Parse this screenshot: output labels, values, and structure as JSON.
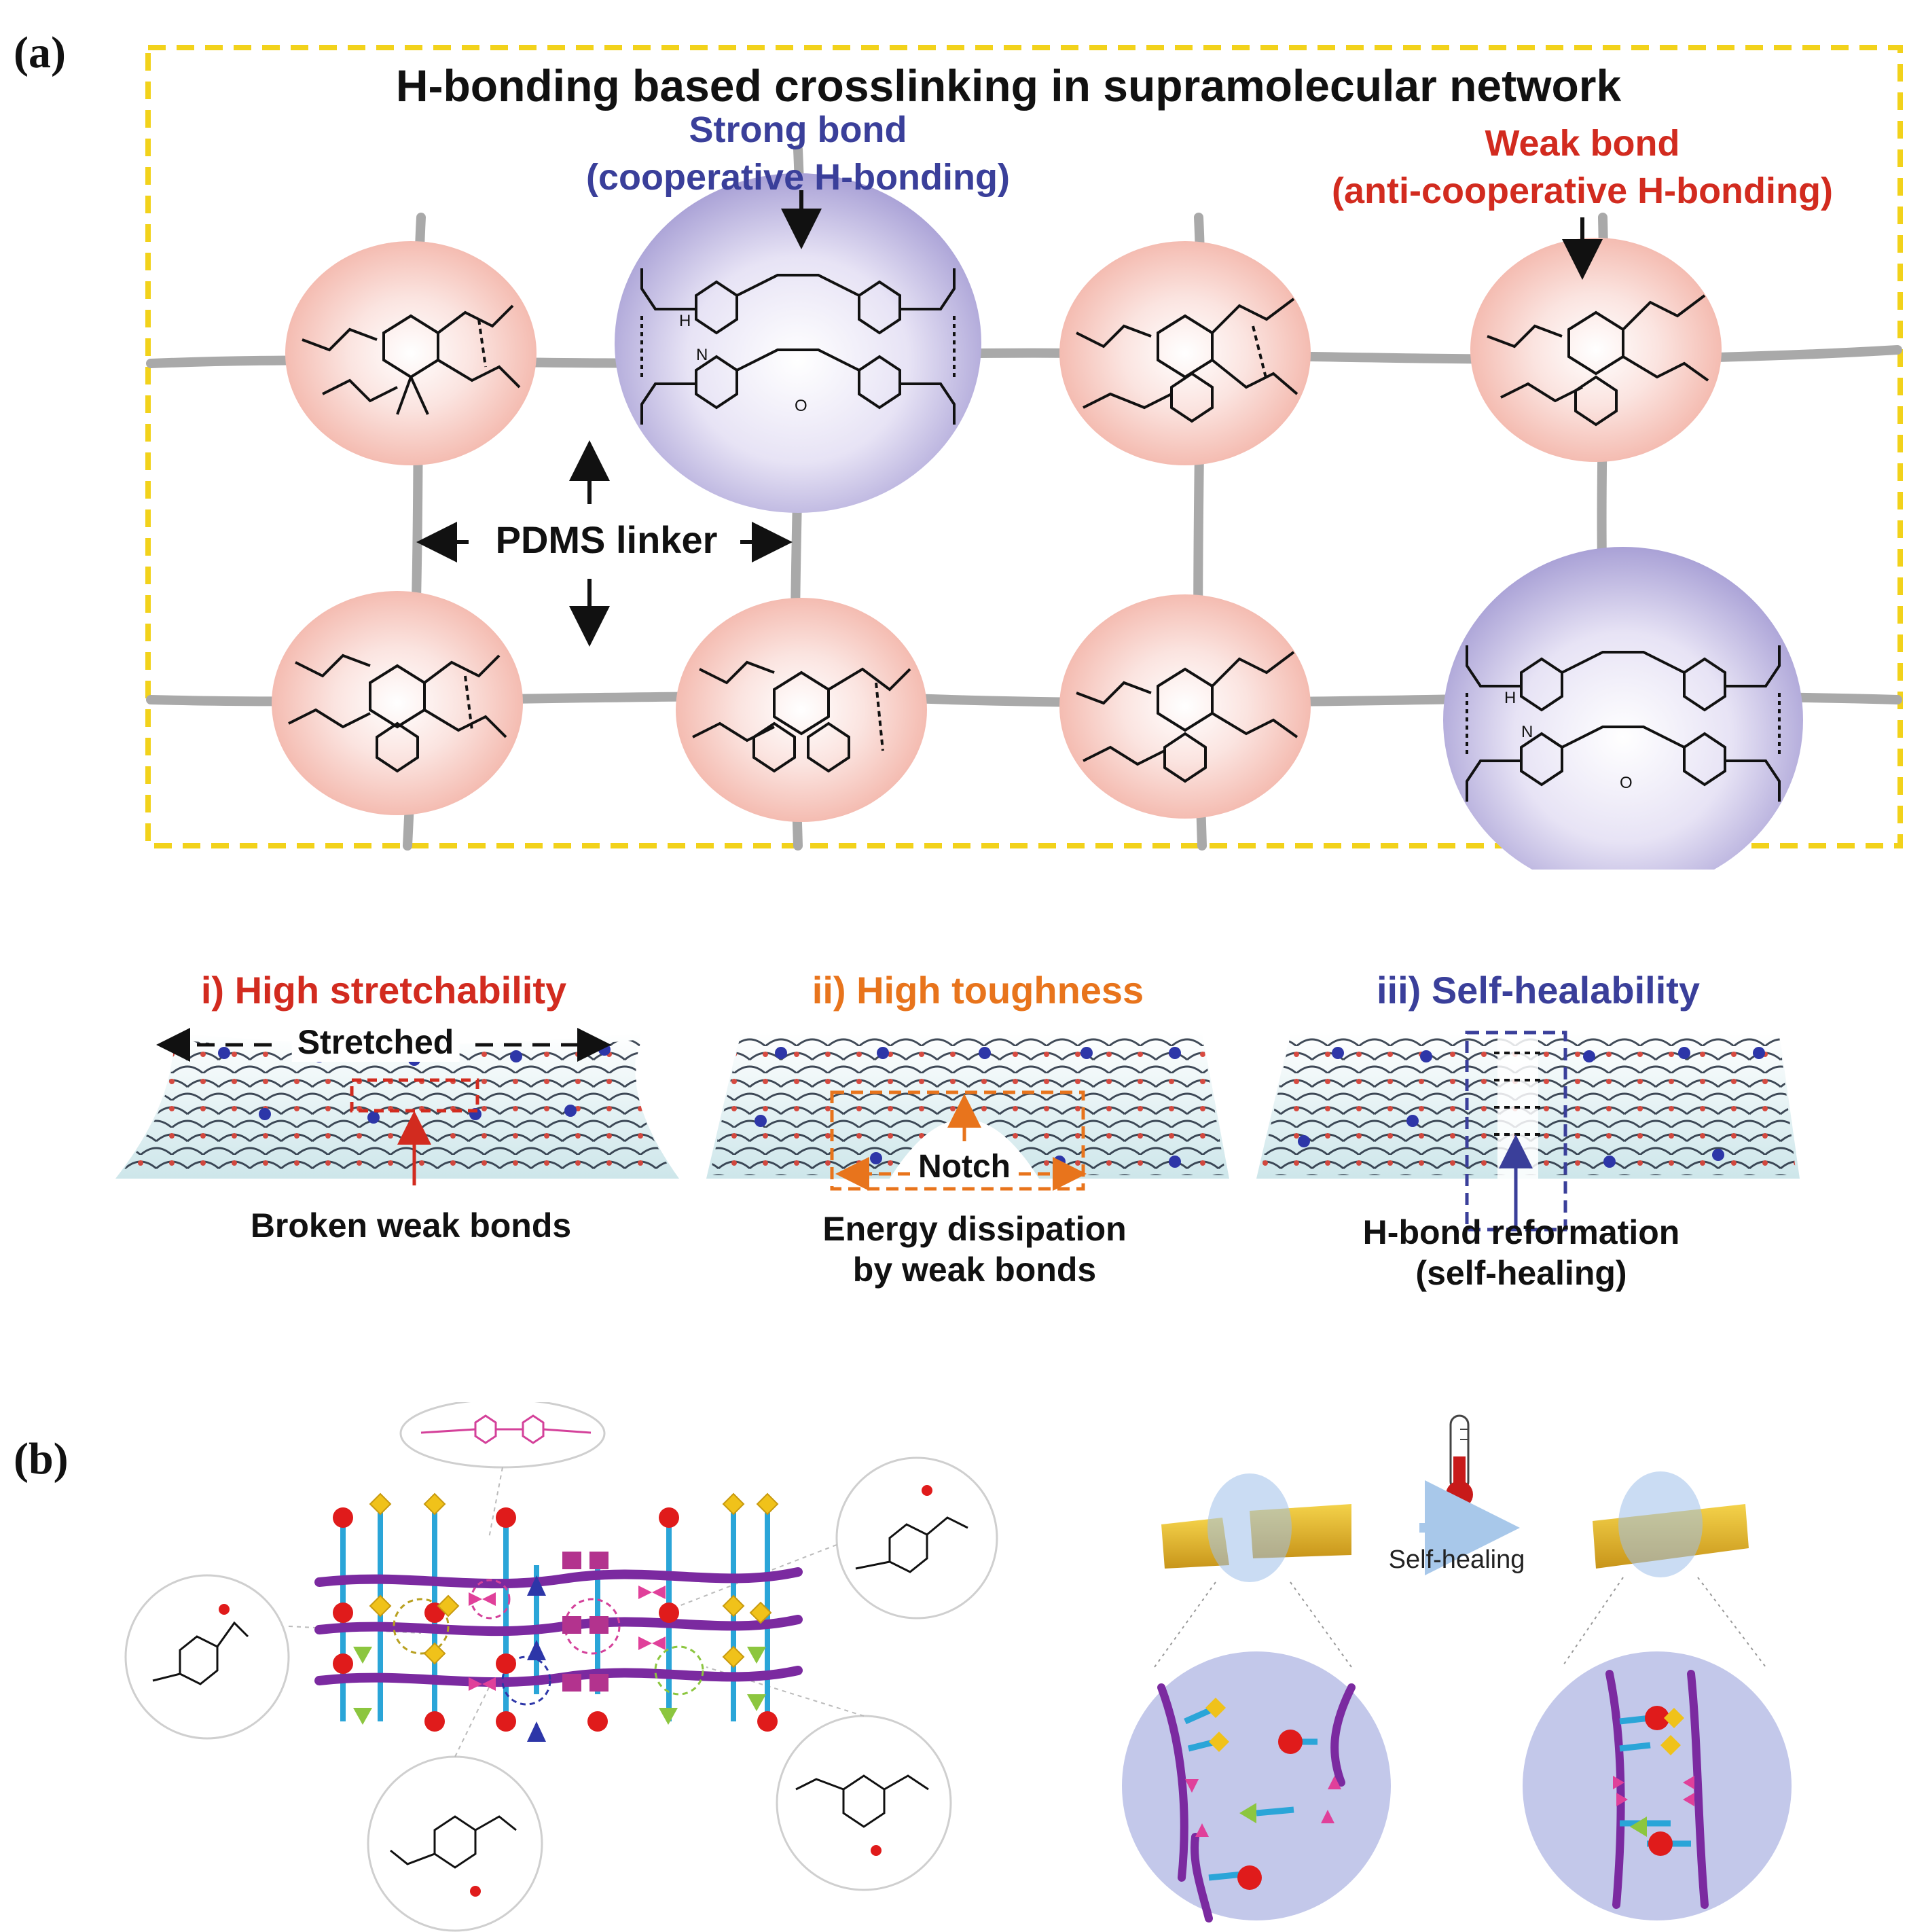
{
  "panel_a": {
    "label": "(a)",
    "title": "H-bonding based crosslinking in supramolecular network",
    "strong_bond": {
      "line1": "Strong bond",
      "line2": "(cooperative H-bonding)",
      "color": "#3a3f9a"
    },
    "weak_bond": {
      "line1": "Weak bond",
      "line2": "(anti-cooperative H-bonding)",
      "color": "#d22b1f"
    },
    "linker_label": "PDMS linker",
    "border_color": "#f2d21b",
    "atoms": {
      "H": "H",
      "N": "N",
      "O": "O"
    },
    "properties": [
      {
        "title": "i) High stretchability",
        "color": "#d22b1f",
        "annotation": "Stretched",
        "caption": "Broken weak bonds",
        "caption2": ""
      },
      {
        "title": "ii) High toughness",
        "color": "#e8741c",
        "annotation": "Notch",
        "caption": "Energy dissipation",
        "caption2": "by weak bonds"
      },
      {
        "title": "iii) Self-healability",
        "color": "#3a3f9a",
        "annotation": "",
        "caption": "H-bond reformation",
        "caption2": "(self-healing)"
      }
    ]
  },
  "panel_b": {
    "label": "(b)",
    "process_label": "Self-healing",
    "colors": {
      "chain": "#7b2aa0",
      "stick": "#2aa5d8",
      "sphere": "#e01b1b",
      "diamond": "#f0c21a",
      "square": "#b3338e",
      "triangle_blue": "#2d36a8",
      "triangle_green": "#8cc63f",
      "bowtie": "#e0409a"
    }
  }
}
